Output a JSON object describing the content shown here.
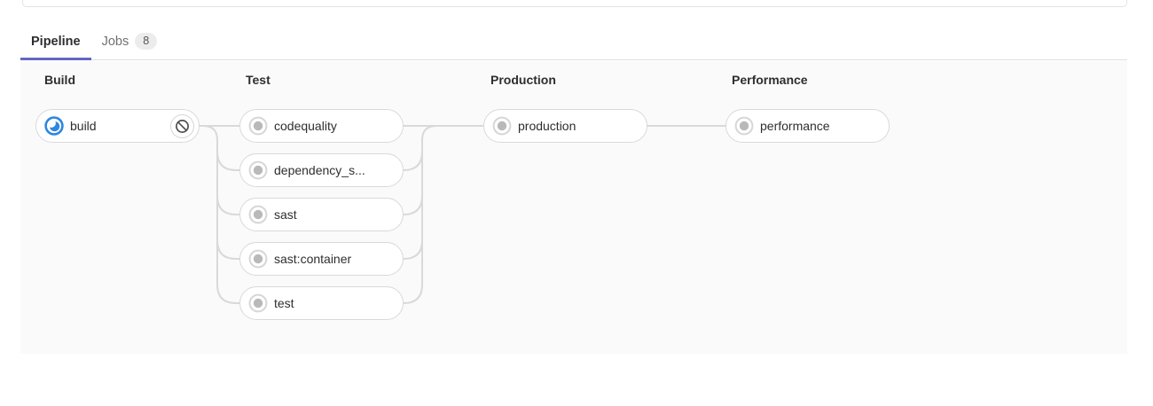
{
  "tabs": {
    "pipeline": {
      "label": "Pipeline",
      "active": true
    },
    "jobs": {
      "label": "Jobs",
      "badge": "8"
    }
  },
  "stages": [
    {
      "name": "Build",
      "jobs": [
        {
          "name": "build",
          "status": "running",
          "action": "cancel"
        }
      ]
    },
    {
      "name": "Test",
      "jobs": [
        {
          "name": "codequality",
          "status": "created"
        },
        {
          "name": "dependency_s...",
          "status": "created"
        },
        {
          "name": "sast",
          "status": "created"
        },
        {
          "name": "sast:container",
          "status": "created"
        },
        {
          "name": "test",
          "status": "created"
        }
      ]
    },
    {
      "name": "Production",
      "jobs": [
        {
          "name": "production",
          "status": "created"
        }
      ]
    },
    {
      "name": "Performance",
      "jobs": [
        {
          "name": "performance",
          "status": "created"
        }
      ]
    }
  ],
  "icons": {
    "build_status": "running-status-icon",
    "default_status": "created-status-icon",
    "cancel": "ban-icon"
  },
  "colors": {
    "accent": "#6666c4",
    "running": "#2e87e0",
    "connector": "#d9d9d9",
    "pill_border": "#d9d9d9",
    "graph_bg": "#fafafa",
    "text": "#2e2e2e",
    "muted": "#707070",
    "created_ring": "#d6d6d6",
    "created_dot": "#b9b9b9"
  }
}
